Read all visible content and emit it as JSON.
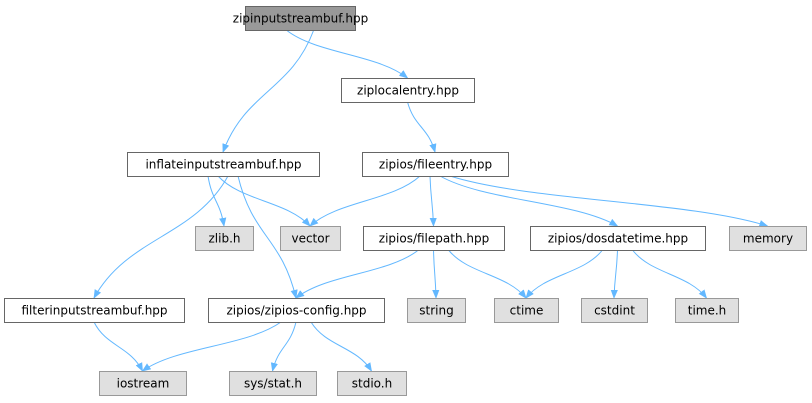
{
  "colors": {
    "root_fill": "#999999",
    "header_fill": "#ffffff",
    "system_fill": "#e0e0e0",
    "border": "#666666",
    "edge": "#63b8ff"
  },
  "nodes": [
    {
      "id": "zipinputstreambuf",
      "label": "zipinputstreambuf.hpp",
      "kind": "root"
    },
    {
      "id": "ziplocalentry",
      "label": "ziplocalentry.hpp",
      "kind": "header"
    },
    {
      "id": "inflateinputstreambuf",
      "label": "inflateinputstreambuf.hpp",
      "kind": "header"
    },
    {
      "id": "fileentry",
      "label": "zipios/fileentry.hpp",
      "kind": "header"
    },
    {
      "id": "zlib",
      "label": "zlib.h",
      "kind": "system"
    },
    {
      "id": "vector",
      "label": "vector",
      "kind": "system"
    },
    {
      "id": "filepath",
      "label": "zipios/filepath.hpp",
      "kind": "header"
    },
    {
      "id": "dosdatetime",
      "label": "zipios/dosdatetime.hpp",
      "kind": "header"
    },
    {
      "id": "memory",
      "label": "memory",
      "kind": "system"
    },
    {
      "id": "filterinputstreambuf",
      "label": "filterinputstreambuf.hpp",
      "kind": "header"
    },
    {
      "id": "zipiosconfig",
      "label": "zipios/zipios-config.hpp",
      "kind": "header"
    },
    {
      "id": "string",
      "label": "string",
      "kind": "system"
    },
    {
      "id": "ctime",
      "label": "ctime",
      "kind": "system"
    },
    {
      "id": "cstdint",
      "label": "cstdint",
      "kind": "system"
    },
    {
      "id": "timeh",
      "label": "time.h",
      "kind": "system"
    },
    {
      "id": "iostream",
      "label": "iostream",
      "kind": "system"
    },
    {
      "id": "sysstat",
      "label": "sys/stat.h",
      "kind": "system"
    },
    {
      "id": "stdio",
      "label": "stdio.h",
      "kind": "system"
    }
  ],
  "edges": [
    [
      "zipinputstreambuf",
      "ziplocalentry"
    ],
    [
      "zipinputstreambuf",
      "inflateinputstreambuf"
    ],
    [
      "ziplocalentry",
      "fileentry"
    ],
    [
      "inflateinputstreambuf",
      "zlib"
    ],
    [
      "inflateinputstreambuf",
      "vector"
    ],
    [
      "inflateinputstreambuf",
      "filterinputstreambuf"
    ],
    [
      "inflateinputstreambuf",
      "zipiosconfig"
    ],
    [
      "fileentry",
      "vector"
    ],
    [
      "fileentry",
      "filepath"
    ],
    [
      "fileentry",
      "dosdatetime"
    ],
    [
      "fileentry",
      "memory"
    ],
    [
      "filepath",
      "zipiosconfig"
    ],
    [
      "filepath",
      "string"
    ],
    [
      "filepath",
      "ctime"
    ],
    [
      "dosdatetime",
      "ctime"
    ],
    [
      "dosdatetime",
      "cstdint"
    ],
    [
      "dosdatetime",
      "timeh"
    ],
    [
      "filterinputstreambuf",
      "iostream"
    ],
    [
      "zipiosconfig",
      "iostream"
    ],
    [
      "zipiosconfig",
      "sysstat"
    ],
    [
      "zipiosconfig",
      "stdio"
    ]
  ]
}
